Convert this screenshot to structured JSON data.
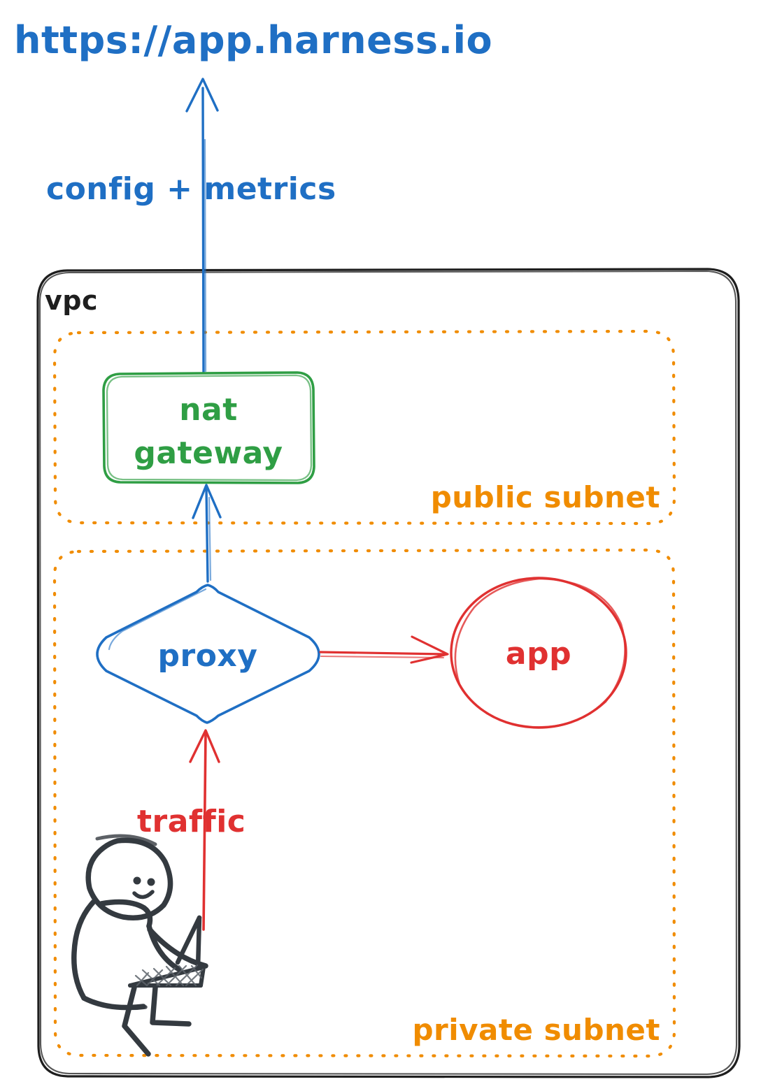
{
  "diagram": {
    "title": "https://app.harness.io",
    "colors": {
      "blue": "#1f6fc4",
      "green": "#2f9e44",
      "orange": "#f08c00",
      "red": "#e03131",
      "black": "#1e1e1e",
      "figure": "#343a40",
      "background": "#ffffff"
    },
    "external_endpoint": {
      "label": "https://app.harness.io",
      "color": "#1f6fc4"
    },
    "edges": [
      {
        "name": "nat-to-internet",
        "label": "config + metrics",
        "color": "#1f6fc4",
        "from": "nat gateway",
        "to": "https://app.harness.io",
        "direction": "up"
      },
      {
        "name": "proxy-to-nat",
        "label": "",
        "color": "#1f6fc4",
        "from": "proxy",
        "to": "nat gateway",
        "direction": "up"
      },
      {
        "name": "user-to-proxy",
        "label": "traffic",
        "color": "#e03131",
        "from": "user",
        "to": "proxy",
        "direction": "up"
      },
      {
        "name": "proxy-to-app",
        "label": "",
        "color": "#e03131",
        "from": "proxy",
        "to": "app",
        "direction": "right"
      }
    ],
    "containers": [
      {
        "name": "vpc",
        "label": "vpc",
        "color": "#1e1e1e",
        "border": "solid",
        "label_position": "top-left"
      },
      {
        "name": "public-subnet",
        "label": "public subnet",
        "color": "#f08c00",
        "border": "dotted",
        "label_position": "bottom-right"
      },
      {
        "name": "private-subnet",
        "label": "private subnet",
        "color": "#f08c00",
        "border": "dotted",
        "label_position": "bottom-right"
      }
    ],
    "nodes": [
      {
        "name": "nat-gateway",
        "label_line1": "nat",
        "label_line2": "gateway",
        "shape": "rounded-rectangle",
        "color": "#2f9e44",
        "parent": "public-subnet"
      },
      {
        "name": "proxy",
        "label": "proxy",
        "shape": "diamond",
        "color": "#1f6fc4",
        "parent": "private-subnet"
      },
      {
        "name": "app",
        "label": "app",
        "shape": "ellipse",
        "color": "#e03131",
        "parent": "private-subnet"
      },
      {
        "name": "user",
        "label": "",
        "shape": "person-with-laptop",
        "color": "#343a40",
        "parent": "private-subnet"
      }
    ],
    "labels": {
      "config_metrics": "config + metrics",
      "traffic": "traffic",
      "vpc": "vpc",
      "public_subnet": "public subnet",
      "private_subnet": "private subnet",
      "nat_line1": "nat",
      "nat_line2": "gateway",
      "proxy": "proxy",
      "app": "app"
    }
  }
}
